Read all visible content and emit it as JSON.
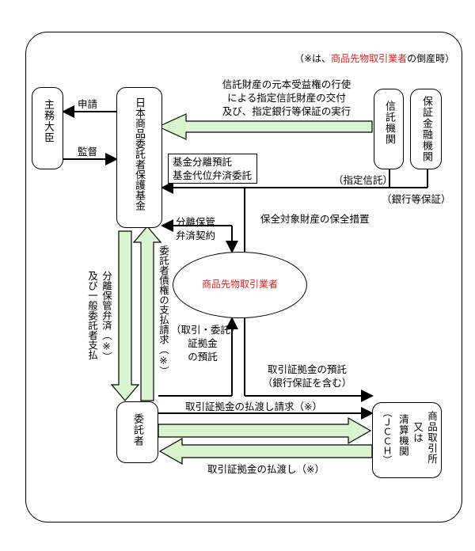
{
  "note": {
    "prefix": "（※は、",
    "highlight": "商品先物取引業者",
    "suffix": "の倒産時）",
    "highlight_color": "#e0201c"
  },
  "nodes": {
    "minister": "主務大臣",
    "fund": "日本商品委託者保護基金",
    "trust_bank": "信託機関",
    "guarantee_bank": "保証金融機関",
    "broker": "商品先物取引業者",
    "client": "委託者",
    "exchange_col1": "商品取引所",
    "exchange_col2": "又は",
    "exchange_col3": "清算機関",
    "exchange_col4": "（ＪＣＣＨ）"
  },
  "labels": {
    "apply": "申請",
    "supervise": "監督",
    "trust_exec_1": "信託財産の元本受益権の行使",
    "trust_exec_2": "による指定信託財産の交付",
    "trust_exec_3": "及び、指定銀行等保証の実行",
    "fund_box_1": "基金分離預託",
    "fund_box_2": "基金代位弁済委託",
    "designated_trust": "（指定信託）",
    "bank_guarantee": "（銀行等保証）",
    "preservation": "保全対象財産の保全措置",
    "sep_contract_1": "分離保管",
    "sep_contract_2": "弁済契約",
    "sep_pay_col1": "分離保管弁済（※）",
    "sep_pay_col2": "及び一般委託者支払",
    "claim_col": "委託者債権の支払請求（※）",
    "deposit_1": "（取引・委託）",
    "deposit_2": "証拠金",
    "deposit_3": "の預託",
    "margin_deposit_1": "取引証拠金の預託",
    "margin_deposit_2": "（銀行保証を含む）",
    "refund_request": "取引証拠金の払渡し請求（※）",
    "refund": "取引証拠金の払渡し（※）"
  },
  "colors": {
    "arrow_fill": "#d8f5d0",
    "broker_text": "#e0201c"
  }
}
